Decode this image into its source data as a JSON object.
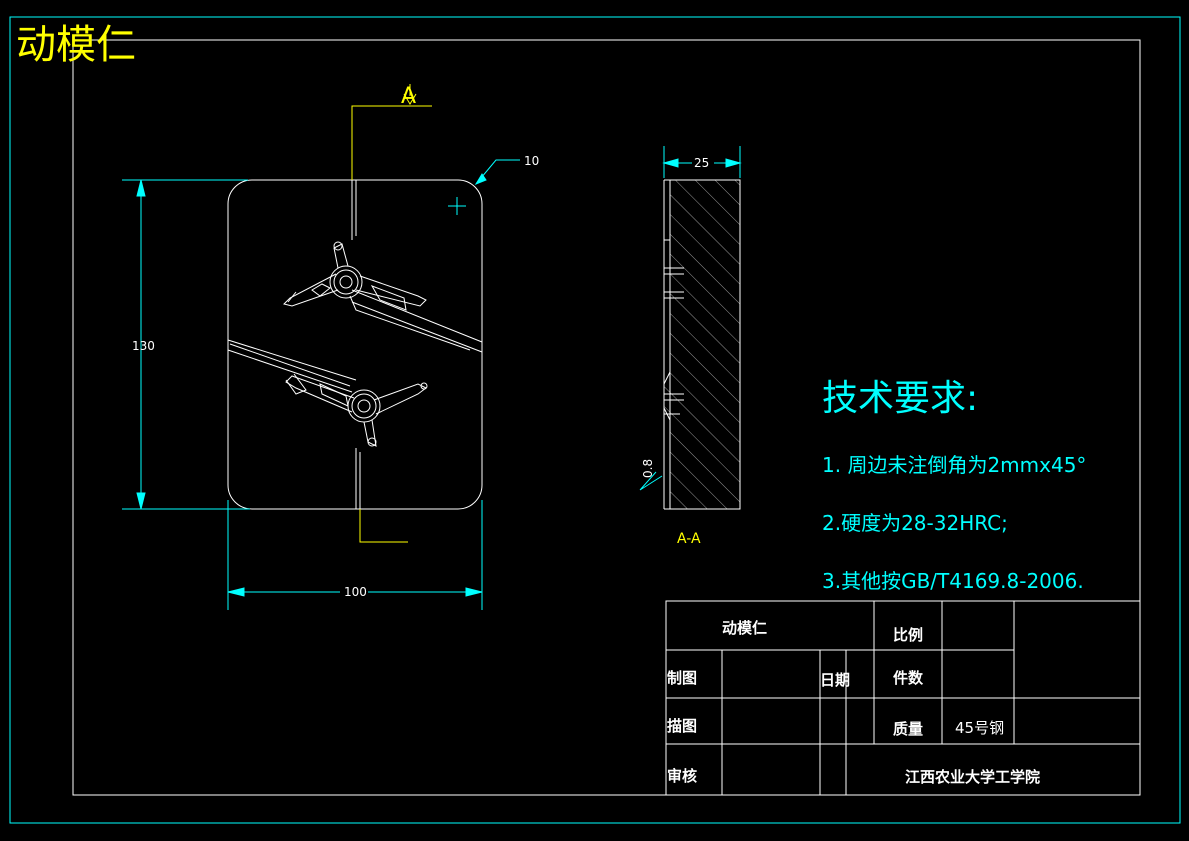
{
  "drawing_title": "动模仁",
  "section_marker": "A",
  "section_label": "A-A",
  "dimensions": {
    "height": "130",
    "width": "100",
    "thickness": "25",
    "corner_radius": "10",
    "surface_finish": "0.8"
  },
  "technical_requirements": {
    "title": "技术要求:",
    "items": [
      "1. 周边未注倒角为2mmx45°",
      "2.硬度为28-32HRC;",
      "3.其他按GB/T4169.8-2006."
    ]
  },
  "title_block": {
    "part_name": "动模仁",
    "scale_label": "比例",
    "drawn_label": "制图",
    "date_label": "日期",
    "quantity_label": "件数",
    "traced_label": "描图",
    "weight_label": "质量",
    "material": "45号钢",
    "checked_label": "审核",
    "institution": "江西农业大学工学院"
  },
  "colors": {
    "background": "#000000",
    "frame": "#00ffff",
    "geometry": "#ffffff",
    "dimension": "#00ffff",
    "annotation": "#ffff00"
  }
}
